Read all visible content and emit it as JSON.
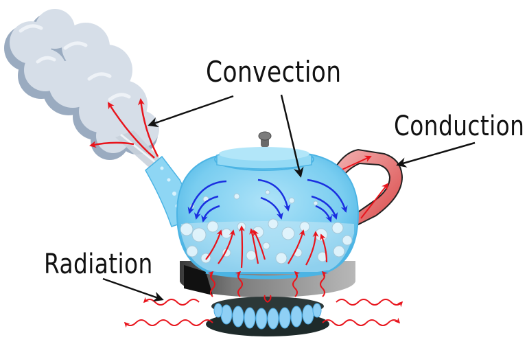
{
  "diagram": {
    "subject": "Heat transfer in a boiling kettle on a gas stove",
    "labels": {
      "convection": "Convection",
      "conduction": "Conduction",
      "radiation": "Radiation"
    },
    "components": [
      "steam-cloud",
      "glass-kettle",
      "kettle-lid",
      "lid-knob",
      "kettle-spout",
      "kettle-handle",
      "boiling-water-bubbles",
      "burner-pan",
      "gas-burner-flames"
    ],
    "arrow_semantics": {
      "blue_arrows": "cooler water sinking",
      "red_arrows": "heated water / steam rising, heat flow",
      "red_wavy_arrows": "radiated heat",
      "black_arrows": "label pointers"
    },
    "colors": {
      "hot_arrow": "#e8141c",
      "cool_arrow": "#1a2fe0",
      "kettle_glass": "#7fd0f2",
      "kettle_rim": "#4cb8ea",
      "steam": "#d4dce6",
      "steam_shadow": "#9aabc0",
      "pointer": "#111111",
      "burner_dark": "#1e2a2a",
      "flame": "#8fd0f5"
    }
  }
}
